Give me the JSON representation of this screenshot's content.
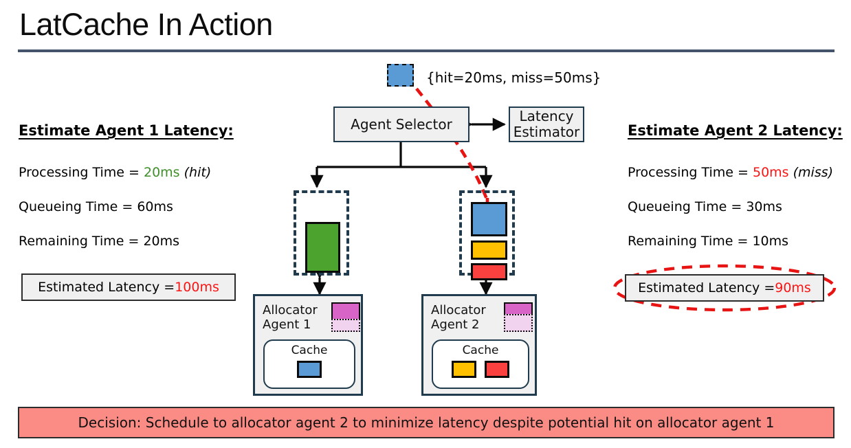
{
  "slide": {
    "title": "LatCache In Action",
    "accent_color": "#44546a"
  },
  "annotation": {
    "request_note": "{hit=20ms, miss=50ms}"
  },
  "topology": {
    "selector_label": "Agent Selector",
    "estimator_label": "Latency Estimator",
    "estimator_line1": "Latency",
    "estimator_line2": "Estimator"
  },
  "left_panel": {
    "heading": "Estimate Agent 1 Latency:",
    "lines": [
      {
        "label": "Processing Time = ",
        "value": "20ms",
        "value_color": "#3f8f2a",
        "suffix": " (hit)"
      },
      {
        "label": "Queueing Time = ",
        "value": "60ms",
        "value_color": "#111111",
        "suffix": ""
      },
      {
        "label": "Remaining Time = ",
        "value": "20ms",
        "value_color": "#111111",
        "suffix": ""
      }
    ],
    "estimate_label": "Estimated Latency = ",
    "estimate_value": "100ms",
    "estimate_color": "#fa1414",
    "highlighted": false
  },
  "right_panel": {
    "heading": "Estimate Agent 2 Latency:",
    "lines": [
      {
        "label": "Processing Time = ",
        "value": "50ms",
        "value_color": "#fa1414",
        "suffix": " (miss)"
      },
      {
        "label": "Queueing Time = ",
        "value": "30ms",
        "value_color": "#111111",
        "suffix": ""
      },
      {
        "label": "Remaining Time = ",
        "value": "10ms",
        "value_color": "#111111",
        "suffix": ""
      }
    ],
    "estimate_label": "Estimated Latency = ",
    "estimate_value": "90ms",
    "estimate_color": "#fa1414",
    "highlighted": true
  },
  "queues": {
    "left": {
      "tasks": [
        {
          "color": "#4ca32e",
          "height": 74
        }
      ]
    },
    "right": {
      "tasks": [
        {
          "color": "#5b9bd5",
          "height": 50
        },
        {
          "color": "#ffc000",
          "height": 28
        },
        {
          "color": "#fb4040",
          "height": 25
        }
      ],
      "incoming_task_color": "#5b9bd5"
    }
  },
  "allocators": [
    {
      "name_line1": "Allocator",
      "name_line2": "Agent 1",
      "utilization_pct": 55,
      "cache_title": "Cache",
      "cache_items": [
        {
          "color": "#5b9bd5"
        }
      ]
    },
    {
      "name_line1": "Allocator",
      "name_line2": "Agent 2",
      "utilization_pct": 40,
      "cache_title": "Cache",
      "cache_items": [
        {
          "color": "#ffc000"
        },
        {
          "color": "#fb4040"
        }
      ]
    }
  ],
  "decision": {
    "text": "Decision: Schedule to allocator agent 2 to minimize latency despite potential hit on allocator agent 1",
    "background": "#fb8c85"
  }
}
